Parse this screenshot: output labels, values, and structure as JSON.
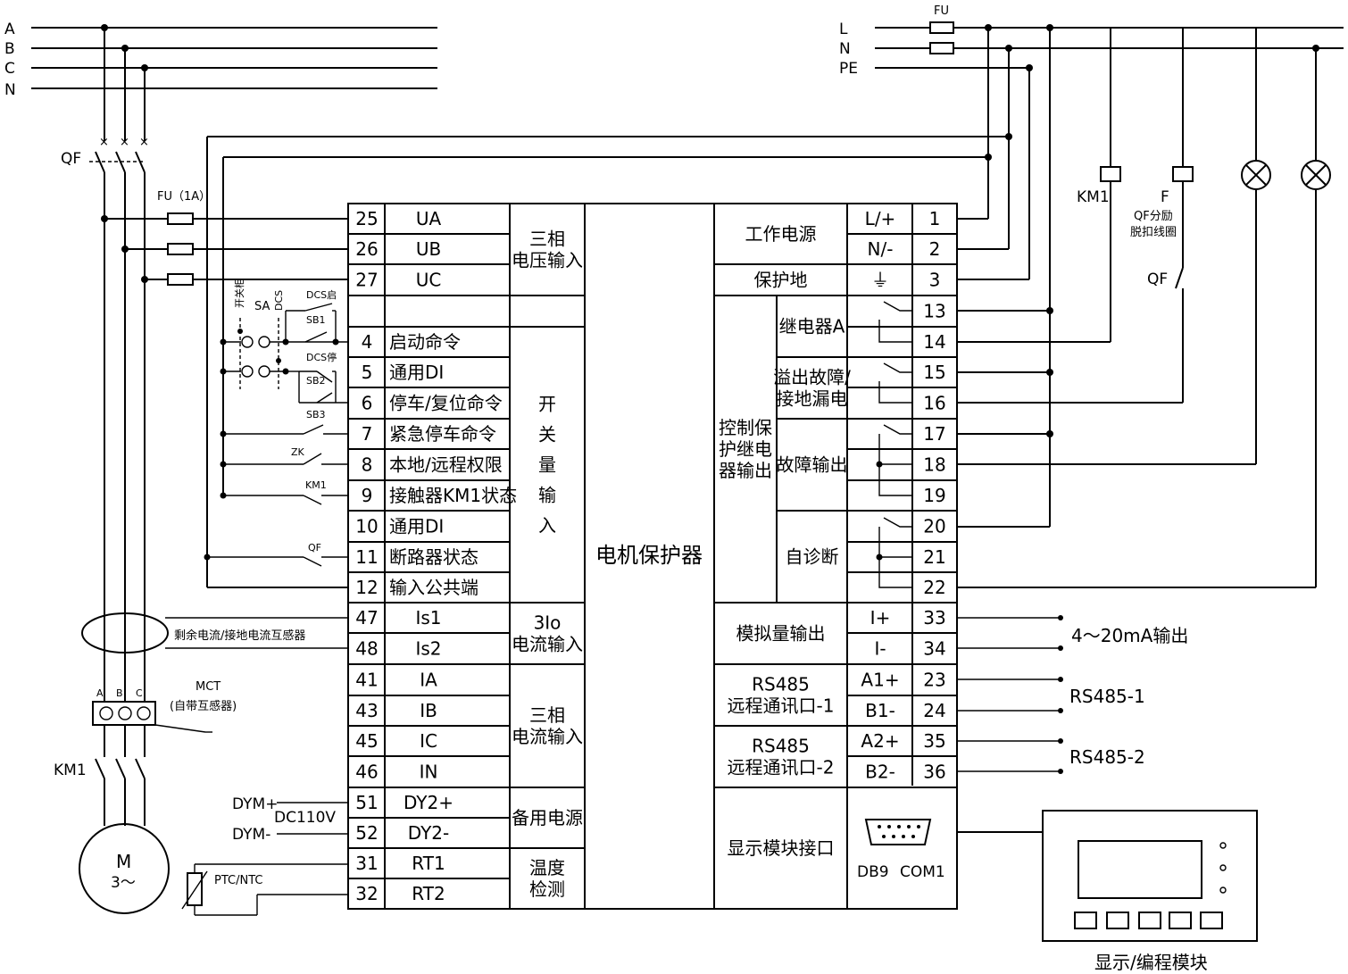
{
  "supply": {
    "three_phase": [
      "A",
      "B",
      "C",
      "N"
    ],
    "single_phase": [
      "L",
      "N",
      "PE"
    ],
    "fu": "FU",
    "fu_1a": "FU（1A）",
    "qf": "QF",
    "km1": "KM1",
    "motor": "M",
    "motor_sub": "3～"
  },
  "left_components": {
    "switchgear": "开关柜",
    "sa": "SA",
    "dcs": "DCS",
    "dcs_start": "DCS启",
    "dcs_stop": "DCS停",
    "sb1": "SB1",
    "sb2": "SB2",
    "sb3": "SB3",
    "zk": "ZK",
    "km1_contact": "KM1",
    "qf_contact": "QF",
    "residual_ct": "剩余电流/接地电流互感器",
    "mct": "MCT",
    "mct_desc": "(自带互感器)",
    "phase_a": "A",
    "phase_b": "B",
    "phase_c": "C",
    "dym_plus": "DYM+",
    "dym_minus": "DYM-",
    "dc110": "DC110V",
    "ptc": "PTC/NTC"
  },
  "center_title": "电机保护器",
  "left_terminals": [
    {
      "num": "25",
      "label": "UA"
    },
    {
      "num": "26",
      "label": "UB"
    },
    {
      "num": "27",
      "label": "UC"
    },
    {
      "num": "",
      "label": ""
    },
    {
      "num": "4",
      "label": "启动命令"
    },
    {
      "num": "5",
      "label": "通用DI"
    },
    {
      "num": "6",
      "label": "停车/复位命令"
    },
    {
      "num": "7",
      "label": "紧急停车命令"
    },
    {
      "num": "8",
      "label": "本地/远程权限"
    },
    {
      "num": "9",
      "label": "接触器KM1状态"
    },
    {
      "num": "10",
      "label": "通用DI"
    },
    {
      "num": "11",
      "label": "断路器状态"
    },
    {
      "num": "12",
      "label": "输入公共端"
    },
    {
      "num": "47",
      "label": "Is1"
    },
    {
      "num": "48",
      "label": "Is2"
    },
    {
      "num": "41",
      "label": "IA"
    },
    {
      "num": "43",
      "label": "IB"
    },
    {
      "num": "45",
      "label": "IC"
    },
    {
      "num": "46",
      "label": "IN"
    },
    {
      "num": "51",
      "label": "DY2+"
    },
    {
      "num": "52",
      "label": "DY2-"
    },
    {
      "num": "31",
      "label": "RT1"
    },
    {
      "num": "32",
      "label": "RT2"
    }
  ],
  "left_groups": [
    {
      "lines": [
        "三相",
        "电压输入"
      ]
    },
    {
      "lines": [
        "开",
        "关",
        "量",
        "输",
        "入"
      ]
    },
    {
      "lines": [
        "3Io",
        "电流输入"
      ]
    },
    {
      "lines": [
        "三相",
        "电流输入"
      ]
    },
    {
      "lines": [
        "备用电源"
      ]
    },
    {
      "lines": [
        "温度",
        "检测"
      ]
    }
  ],
  "right_terminals": [
    {
      "num": "1",
      "label": "L/+"
    },
    {
      "num": "2",
      "label": "N/-"
    },
    {
      "num": "3",
      "label": "⏚"
    },
    {
      "num": "13",
      "label": ""
    },
    {
      "num": "14",
      "label": ""
    },
    {
      "num": "15",
      "label": ""
    },
    {
      "num": "16",
      "label": ""
    },
    {
      "num": "17",
      "label": ""
    },
    {
      "num": "18",
      "label": ""
    },
    {
      "num": "19",
      "label": ""
    },
    {
      "num": "20",
      "label": ""
    },
    {
      "num": "21",
      "label": ""
    },
    {
      "num": "22",
      "label": ""
    },
    {
      "num": "33",
      "label": "I+"
    },
    {
      "num": "34",
      "label": "I-"
    },
    {
      "num": "23",
      "label": "A1+"
    },
    {
      "num": "24",
      "label": "B1-"
    },
    {
      "num": "35",
      "label": "A2+"
    },
    {
      "num": "36",
      "label": "B2-"
    }
  ],
  "right_groups": [
    {
      "lines": [
        "工作电源"
      ]
    },
    {
      "lines": [
        "保护地"
      ]
    },
    {
      "lines": [
        "控制保",
        "护继电",
        "器输出"
      ]
    },
    {
      "lines": [
        "继电器A"
      ]
    },
    {
      "lines": [
        "溢出故障/",
        "接地漏电"
      ]
    },
    {
      "lines": [
        "故障输出"
      ]
    },
    {
      "lines": [
        "自诊断"
      ]
    },
    {
      "lines": [
        "模拟量输出"
      ]
    },
    {
      "lines": [
        "RS485",
        "远程通讯口-1"
      ]
    },
    {
      "lines": [
        "RS485",
        "远程通讯口-2"
      ]
    },
    {
      "lines": [
        "显示模块接口"
      ]
    }
  ],
  "db9": {
    "label": "DB9",
    "port": "COM1"
  },
  "right_outputs": {
    "analog": "4～20mA输出",
    "rs485_1": "RS485-1",
    "rs485_2": "RS485-2"
  },
  "right_components": {
    "km1": "KM1",
    "f": "F",
    "qf_trip_1": "QF分励",
    "qf_trip_2": "脱扣线圈",
    "qf": "QF"
  },
  "display_module": "显示/编程模块"
}
